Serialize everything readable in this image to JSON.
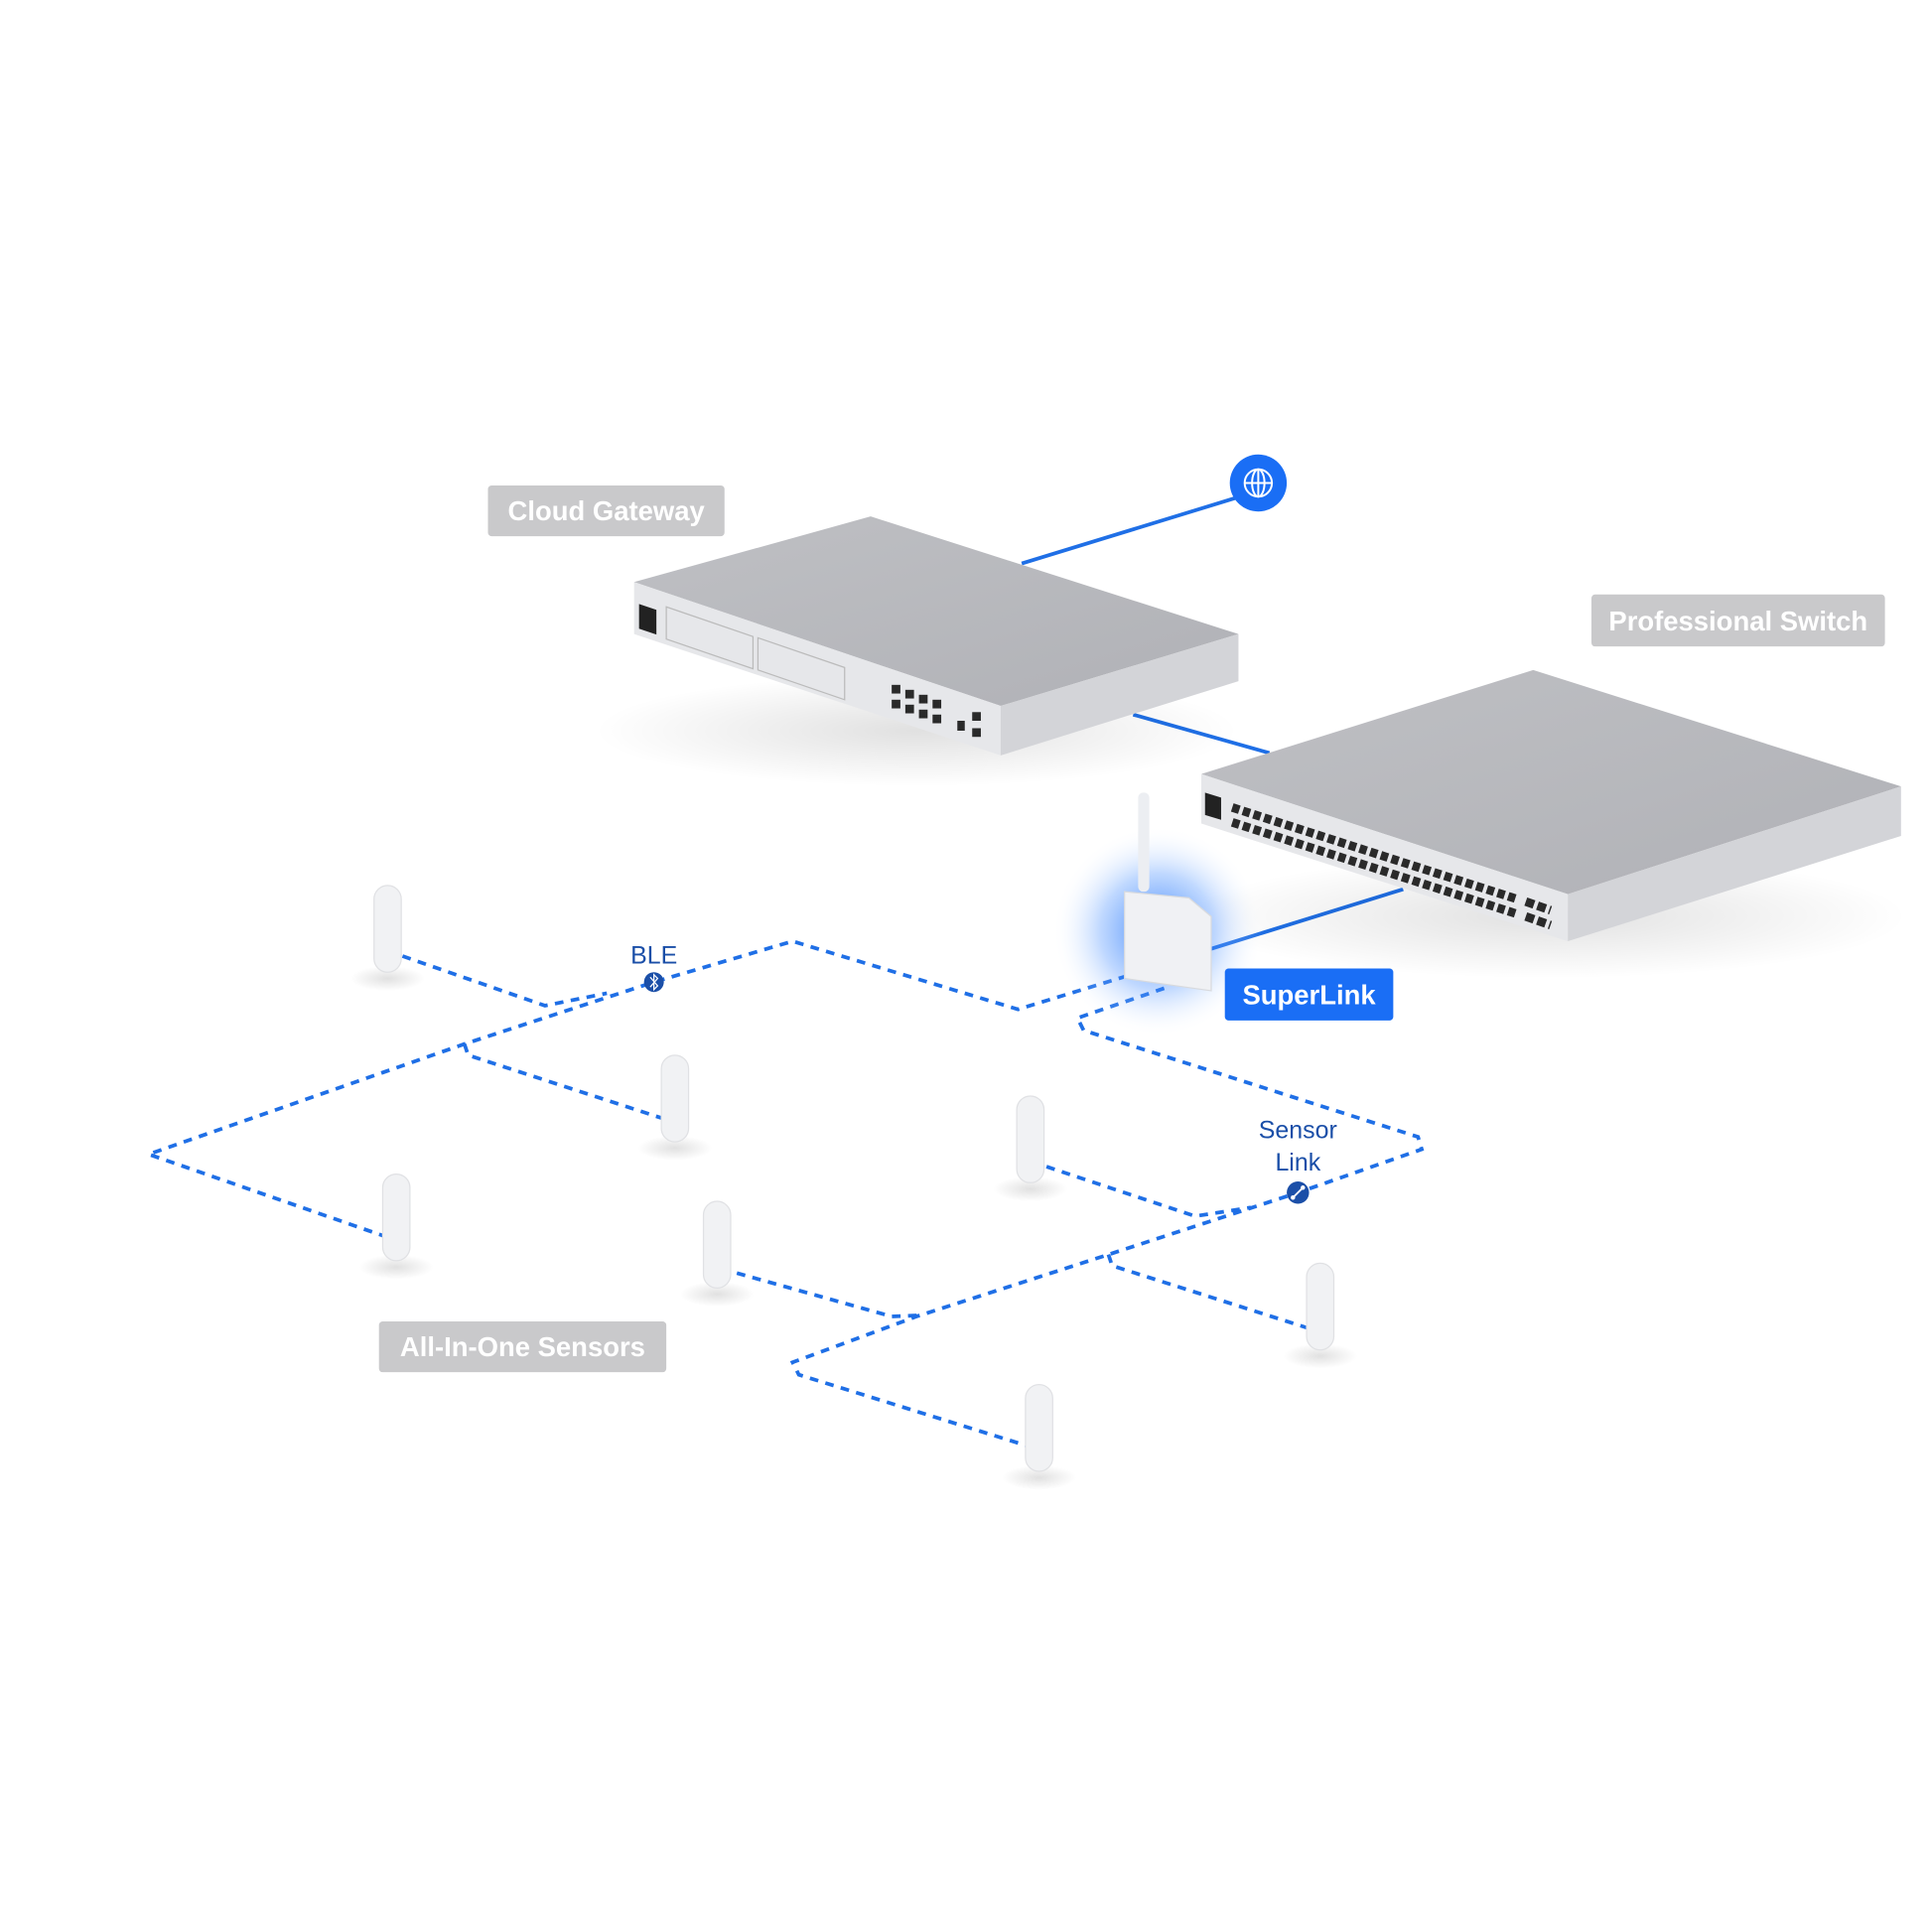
{
  "colors": {
    "accent": "#1a6ef5",
    "label_gray": "#c9c9cb",
    "dark_blue": "#1b4fa8",
    "link_line": "#1f6fe6"
  },
  "labels": {
    "cloud_gateway": "Cloud Gateway",
    "professional_switch": "Professional Switch",
    "superlink": "SuperLink",
    "sensors": "All-In-One Sensors",
    "ble": "BLE",
    "sensor_link_line1": "Sensor",
    "sensor_link_line2": "Link"
  },
  "icons": {
    "internet": "globe-icon",
    "ble": "bluetooth-icon",
    "sensor_link": "link-icon"
  }
}
